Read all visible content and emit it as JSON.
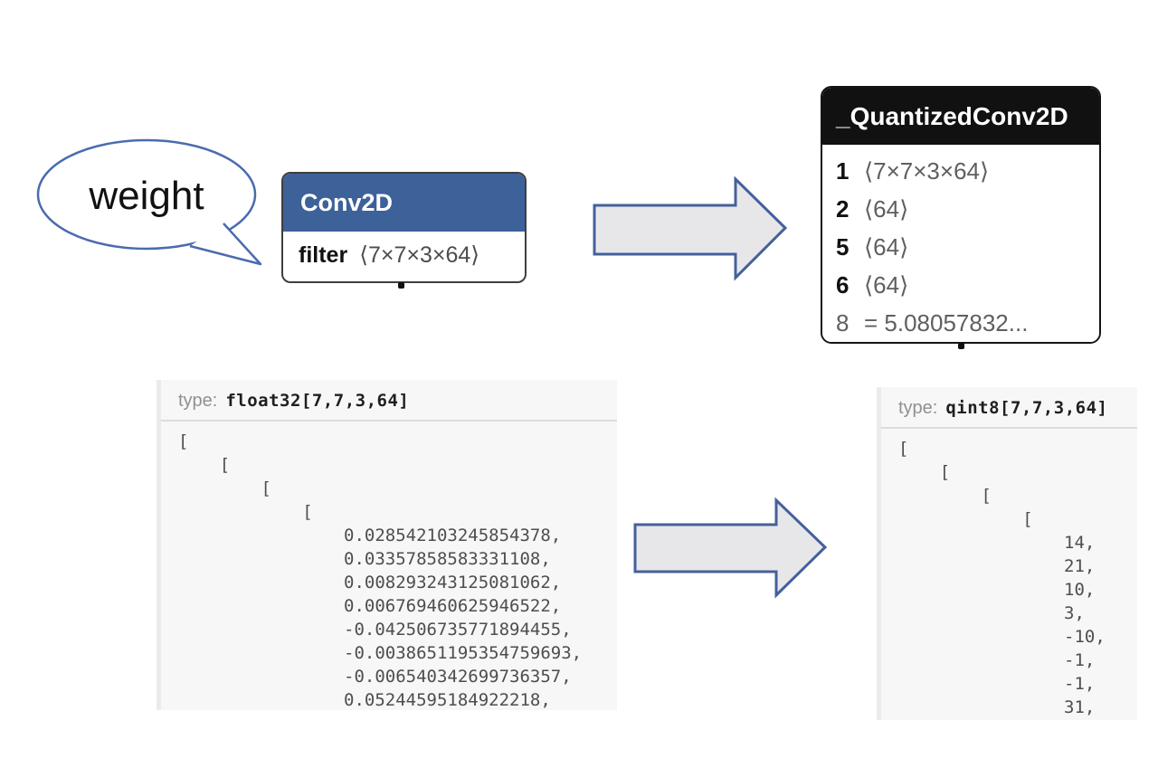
{
  "bubble": {
    "label": "weight"
  },
  "conv_node": {
    "title": "Conv2D",
    "attr_name": "filter",
    "attr_value": "⟨7×7×3×64⟩"
  },
  "quant_node": {
    "title": "_QuantizedConv2D",
    "rows": [
      {
        "key": "1",
        "value": "⟨7×7×3×64⟩"
      },
      {
        "key": "2",
        "value": "⟨64⟩"
      },
      {
        "key": "5",
        "value": "⟨64⟩"
      },
      {
        "key": "6",
        "value": "⟨64⟩"
      },
      {
        "key": "8",
        "value": "= 5.08057832..."
      }
    ]
  },
  "float_panel": {
    "type_label": "type:",
    "type_value": "float32[7,7,3,64]",
    "code": "[\n    [\n        [\n            [\n                0.028542103245854378,\n                0.03357858583331108,\n                0.008293243125081062,\n                0.006769460625946522,\n                -0.042506735771894455,\n                -0.0038651195354759693,\n                -0.006540342699736357,\n                0.05244595184922218,"
  },
  "qint_panel": {
    "type_label": "type:",
    "type_value": "qint8[7,7,3,64]",
    "code": "[\n    [\n        [\n            [\n                14,\n                21,\n                10,\n                3,\n                -10,\n                -1,\n                -1,\n                31,"
  },
  "colors": {
    "conv_header": "#3d6199",
    "quant_header": "#111111",
    "arrow_fill": "#e7e7e9",
    "arrow_stroke": "#44609b",
    "bubble_stroke": "#4a6baf",
    "bubble_fill": "#ffffff"
  }
}
